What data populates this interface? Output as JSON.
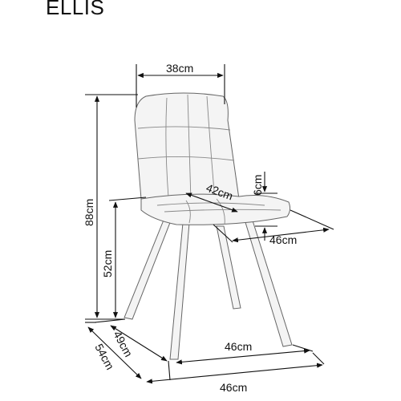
{
  "product": {
    "name": "ELLIS"
  },
  "dimensions": {
    "back_width": "38cm",
    "seat_depth": "42cm",
    "seat_thickness": "6cm",
    "seat_width": "46cm",
    "total_height": "88cm",
    "seat_height": "52cm",
    "leg_depth": "49cm",
    "footprint_depth": "54cm",
    "leg_width": "46cm",
    "footprint_width": "46cm"
  }
}
